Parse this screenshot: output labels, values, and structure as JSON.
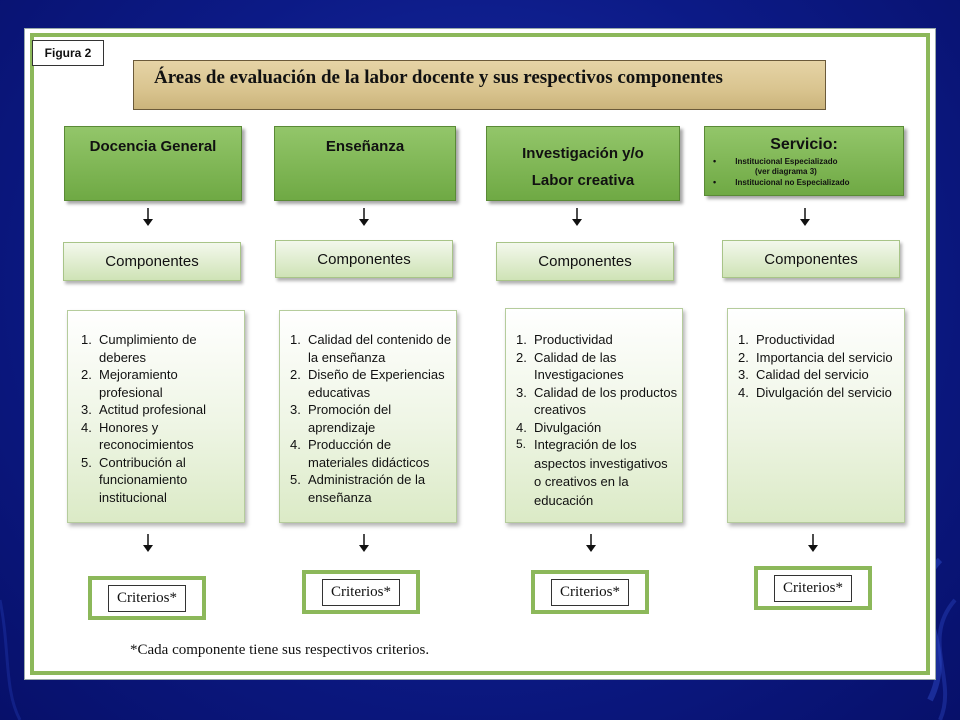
{
  "figure_label": "Figura 2",
  "title": "Áreas de evaluación de la labor docente y sus respectivos componentes",
  "areas": [
    {
      "label": "Docencia General"
    },
    {
      "label": "Enseñanza"
    },
    {
      "line1": "Investigación y/o",
      "line2": "Labor creativa"
    },
    {
      "label": "Servicio:",
      "bullet1": "Institucional Especializado",
      "bullet1_sub": "(ver diagrama 3)",
      "bullet2": "Institucional no Especializado"
    }
  ],
  "components_label": "Componentes",
  "lists": [
    [
      "Cumplimiento de deberes",
      "Mejoramiento profesional",
      "Actitud profesional",
      "Honores y reconocimientos",
      "Contribución al funcionamiento institucional"
    ],
    [
      "Calidad del contenido de la enseñanza",
      "Diseño de Experiencias educativas",
      "Promoción del aprendizaje",
      "Producción de materiales didácticos",
      "Administración de la enseñanza"
    ],
    [
      "Productividad",
      "Calidad de las Investigaciones",
      "Calidad de los productos creativos",
      "Divulgación",
      "Integración de los aspectos investigativos o creativos en la educación"
    ],
    [
      "Productividad",
      "Importancia del servicio",
      "Calidad del servicio",
      "Divulgación del servicio"
    ]
  ],
  "numbers": [
    "1.",
    "2.",
    "3.",
    "4.",
    "5."
  ],
  "criteria_label": "Criterios*",
  "footnote": "*Cada componente tiene sus respectivos criterios.",
  "colors": {
    "area_green": "#7fb653",
    "frame_green": "#8cb85a",
    "title_tan": "#d9c48f",
    "background_blue": "#0c1a86"
  }
}
